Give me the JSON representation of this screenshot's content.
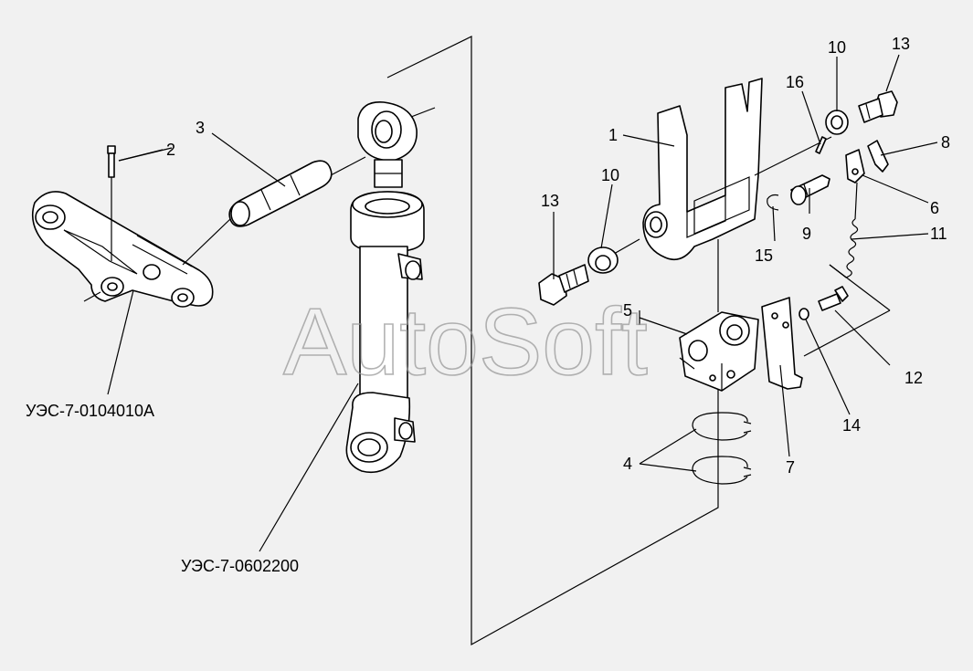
{
  "callouts": {
    "c1": "1",
    "c2": "2",
    "c3": "3",
    "c4": "4",
    "c5": "5",
    "c6": "6",
    "c7": "7",
    "c8": "8",
    "c9": "9",
    "c10a": "10",
    "c10b": "10",
    "c11": "11",
    "c12": "12",
    "c13a": "13",
    "c13b": "13",
    "c14": "14",
    "c15": "15",
    "c16": "16"
  },
  "assemblies": {
    "lever_code": "УЭС-7-0104010А",
    "cylinder_code": "УЭС-7-0602200"
  },
  "watermark": "AutoSoft"
}
